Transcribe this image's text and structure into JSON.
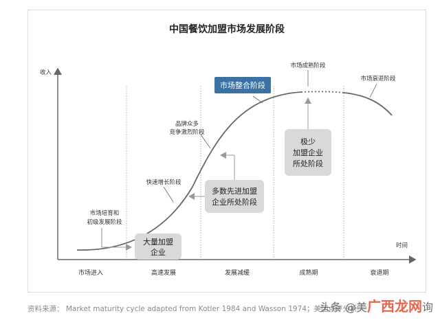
{
  "title": "中国餐饮加盟市场发展阶段",
  "axis": {
    "y_label": "收入",
    "x_label": "时间"
  },
  "stages": [
    "市场进入",
    "高速发展",
    "发展减缓",
    "成熟期",
    "衰退期"
  ],
  "notes": {
    "cultivation_line1": "市场培育和",
    "cultivation_line2": "初级发展阶段",
    "rapid_growth": "快速增长阶段",
    "brands_line1": "品牌众多",
    "brands_line2": "竞争激烈阶段",
    "mature": "市场成熟阶段",
    "decline": "市场衰退阶段"
  },
  "boxes": {
    "consolidation": "市场整合阶段",
    "many_franchise_line1": "大量加盟",
    "many_franchise_line2": "企业",
    "pioneers_line1": "多数先进加盟",
    "pioneers_line2": "企业所处阶段",
    "few_line1": "极少",
    "few_line2": "加盟企业",
    "few_line3": "所处阶段"
  },
  "colors": {
    "curve": "#666666",
    "box_gray": "#d9d9d9",
    "box_blue": "#3b72a3",
    "divider": "#9a9a9a"
  },
  "source": "资料来源： Market maturity cycle adapted from Kotler 1984 and Wasson 1974；美团点评分析",
  "watermark": {
    "prefix": "头条 @美",
    "brand": "广西龙网",
    "suffix": "询"
  }
}
